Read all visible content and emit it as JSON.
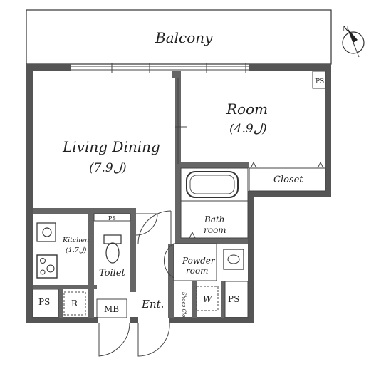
{
  "labels": {
    "balcony": "Balcony",
    "room": "Room",
    "room_size": "(4.9ل)",
    "living": "Living Dining",
    "living_size": "(7.9ل)",
    "closet": "Closet",
    "bath_line1": "Bath",
    "bath_line2": "room",
    "kitchen_line1": "Kitchen",
    "kitchen_line2": "(1.7ل)",
    "toilet": "Toilet",
    "powder_line1": "Powder",
    "powder_line2": "room",
    "ps_top": "PS",
    "ps_toilet": "PS",
    "ps_left": "PS",
    "ps_right": "PS",
    "refrigerator": "R",
    "meter_box": "MB",
    "entrance": "Ent.",
    "shoe_closet": "Shoes Clo.",
    "washer": "W",
    "north": "N"
  }
}
